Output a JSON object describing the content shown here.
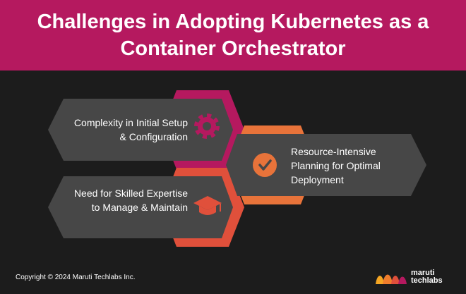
{
  "header": {
    "title": "Challenges in Adopting Kubernetes as a Container Orchestrator"
  },
  "items": [
    {
      "label": "Complexity in Initial Setup & Configuration",
      "icon": "gear-icon",
      "accent": "#b5195f"
    },
    {
      "label": "Resource-Intensive Planning for Optimal Deployment",
      "icon": "checkmark-circle-icon",
      "accent": "#e8733a"
    },
    {
      "label": "Need for Skilled Expertise to Manage & Maintain",
      "icon": "graduation-cap-icon",
      "accent": "#e0503b"
    }
  ],
  "footer": {
    "copyright": "Copyright © 2024 Maruti Techlabs Inc."
  },
  "logo": {
    "line1": "maruti",
    "line2": "techlabs"
  },
  "colors": {
    "background": "#1c1c1c",
    "header": "#b5195f",
    "card": "#474747"
  }
}
